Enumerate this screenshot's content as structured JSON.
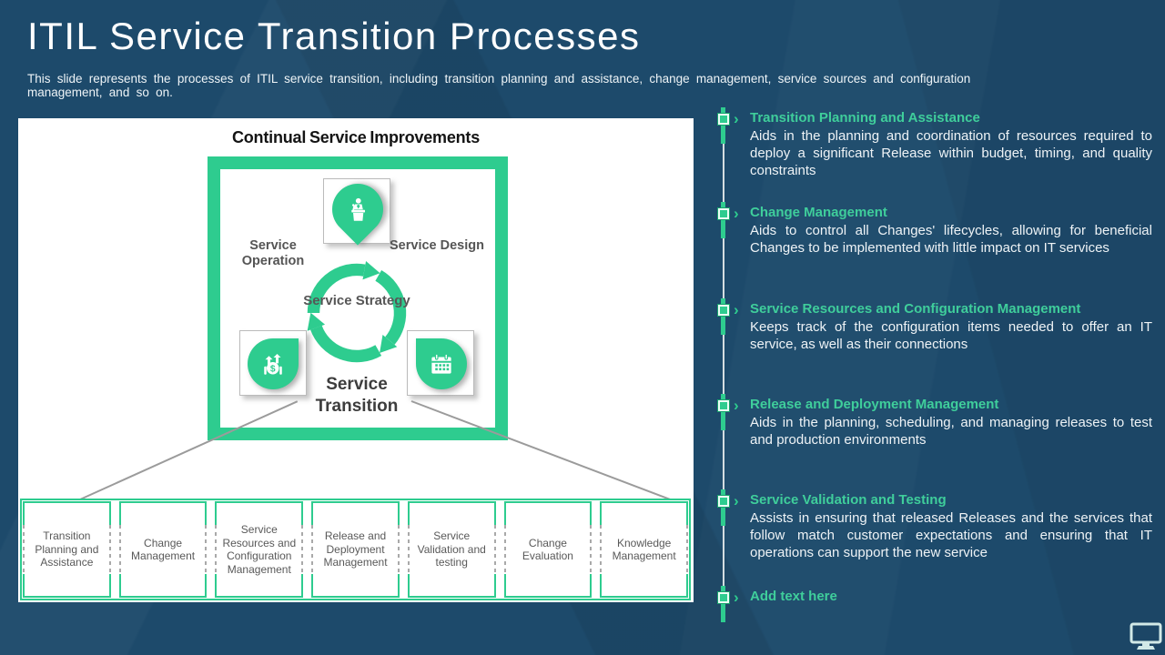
{
  "slide": {
    "title": "ITIL Service Transition Processes",
    "subtitle": "This slide represents the processes of ITIL service transition, including transition planning and assistance, change management, service sources and configuration management, and so on."
  },
  "diagram": {
    "heading": "Continual Service Improvements",
    "labels": {
      "center": "Service Strategy",
      "left": "Service Operation",
      "right": "Service Design",
      "bottom": "Service Transition"
    },
    "icons": [
      "presenter-podium-icon",
      "money-growth-icon",
      "calendar-icon"
    ],
    "process_boxes": [
      "Transition Planning and Assistance",
      "Change Management",
      "Service Resources and Configuration Management",
      "Release and Deployment Management",
      "Service Validation and testing",
      "Change Evaluation",
      "Knowledge Management"
    ]
  },
  "timeline": {
    "items": [
      {
        "heading": "Transition Planning and Assistance",
        "body": "Aids in the planning and coordination of resources required to deploy a significant Release within budget, timing, and quality constraints"
      },
      {
        "heading": "Change Management",
        "body": "Aids to control all Changes' lifecycles, allowing for beneficial Changes to be implemented with little impact on IT services"
      },
      {
        "heading": "Service Resources and Configuration Management",
        "body": "Keeps track of the configuration items needed to offer an IT service, as well as their connections"
      },
      {
        "heading": "Release and Deployment Management",
        "body": "Aids in the planning, scheduling, and managing releases to test and production environments"
      },
      {
        "heading": "Service Validation and Testing",
        "body": "Assists in ensuring that released Releases and the services that follow match customer expectations and ensuring that IT operations can support the new service"
      },
      {
        "heading": "Add text here",
        "body": ""
      }
    ]
  },
  "colors": {
    "accent_green": "#2ECC8F",
    "heading_green": "#3FCE9B",
    "background_blue": "#1D4A6B",
    "connector_gray": "#9B9B9B"
  }
}
